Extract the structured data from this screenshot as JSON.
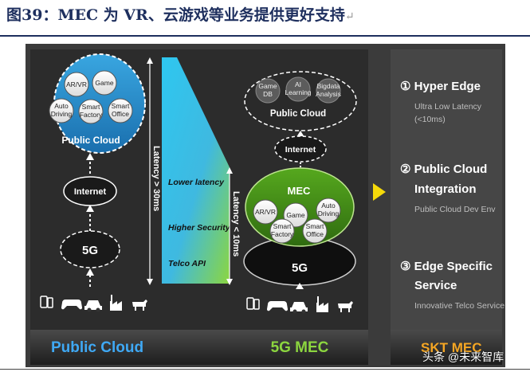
{
  "title": "图39：MEC 为 VR、云游戏等业务提供更好支持",
  "title_return_mark": "↵",
  "left": {
    "bubbles": [
      "AR/VR",
      "Game",
      "Auto Driving",
      "Smart Factory",
      "Smart Office"
    ],
    "cloud_label": "Public Cloud",
    "internet": "Internet",
    "fiveg": "5G",
    "latency": "Latency > 30ms",
    "footer": "Public Cloud"
  },
  "middle": {
    "features": [
      "Lower latency",
      "Higher Security",
      "Telco API"
    ],
    "top_bubbles": [
      "Game DB",
      "AI Learning",
      "Bigdata Analysis"
    ],
    "top_cloud_label": "Public Cloud",
    "internet": "Internet",
    "mec_label": "MEC",
    "mec_bubbles": [
      "AR/VR",
      "Game",
      "Auto Driving",
      "Smart Factory",
      "Smart Office"
    ],
    "fiveg": "5G",
    "latency": "Latency < 10ms",
    "footer": "5G MEC"
  },
  "right": {
    "items": [
      {
        "num": "①",
        "title": [
          "Hyper Edge"
        ],
        "sub": [
          "Ultra Low Latency",
          "(<10ms)"
        ]
      },
      {
        "num": "②",
        "title": [
          "Public Cloud",
          "Integration"
        ],
        "sub": [
          "Public Cloud Dev Env"
        ]
      },
      {
        "num": "③",
        "title": [
          "Edge Specific",
          "Service"
        ],
        "sub": [
          "Innovative Telco Service"
        ]
      }
    ],
    "footer": "SKT MEC"
  },
  "watermark": "头条 @未来智库",
  "colors": {
    "title": "#1e2f5e",
    "panel": "#3b3b3b",
    "blue_footer": "#3fa9f5",
    "green_footer": "#8cd63f",
    "orange_footer": "#f5a623",
    "arrow": "#f5d90a"
  }
}
